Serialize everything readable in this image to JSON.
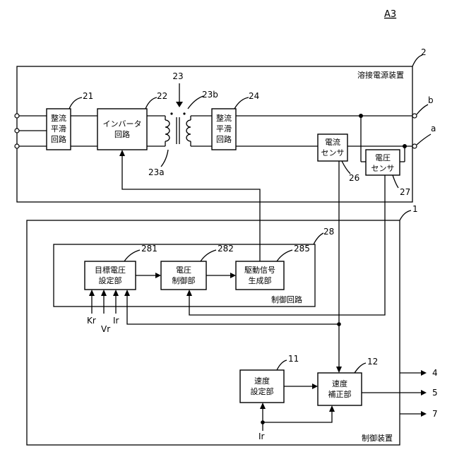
{
  "figure_label": "A3",
  "power_unit": {
    "ref": "2",
    "label": "溶接電源装置"
  },
  "terminals": {
    "b": "b",
    "a": "a"
  },
  "blocks": {
    "rect1": {
      "ref": "21",
      "lines": [
        "整流",
        "平滑",
        "回路"
      ]
    },
    "inverter": {
      "ref": "22",
      "lines": [
        "インバータ",
        "回路"
      ]
    },
    "transformer": {
      "ref": "23",
      "primary_ref": "23a",
      "secondary_ref": "23b"
    },
    "rect2": {
      "ref": "24",
      "lines": [
        "整流",
        "平滑",
        "回路"
      ]
    },
    "current_sensor": {
      "ref": "26",
      "lines": [
        "電流",
        "センサ"
      ]
    },
    "voltage_sensor": {
      "ref": "27",
      "lines": [
        "電圧",
        "センサ"
      ]
    }
  },
  "controller": {
    "ref": "1",
    "label": "制御装置"
  },
  "control_circuit": {
    "ref": "28",
    "label": "制御回路"
  },
  "ctrl_blocks": {
    "target_voltage": {
      "ref": "281",
      "lines": [
        "目標電圧",
        "設定部"
      ]
    },
    "voltage_control": {
      "ref": "282",
      "lines": [
        "電圧",
        "制御部"
      ]
    },
    "drive_signal": {
      "ref": "285",
      "lines": [
        "駆動信号",
        "生成部"
      ]
    },
    "speed_setting": {
      "ref": "11",
      "lines": [
        "速度",
        "設定部"
      ]
    },
    "speed_correction": {
      "ref": "12",
      "lines": [
        "速度",
        "補正部"
      ]
    }
  },
  "inputs": {
    "kr": "Kr",
    "vr": "Vr",
    "ir": "Ir",
    "ir2": "Ir"
  },
  "outputs": [
    "4",
    "5",
    "7"
  ]
}
